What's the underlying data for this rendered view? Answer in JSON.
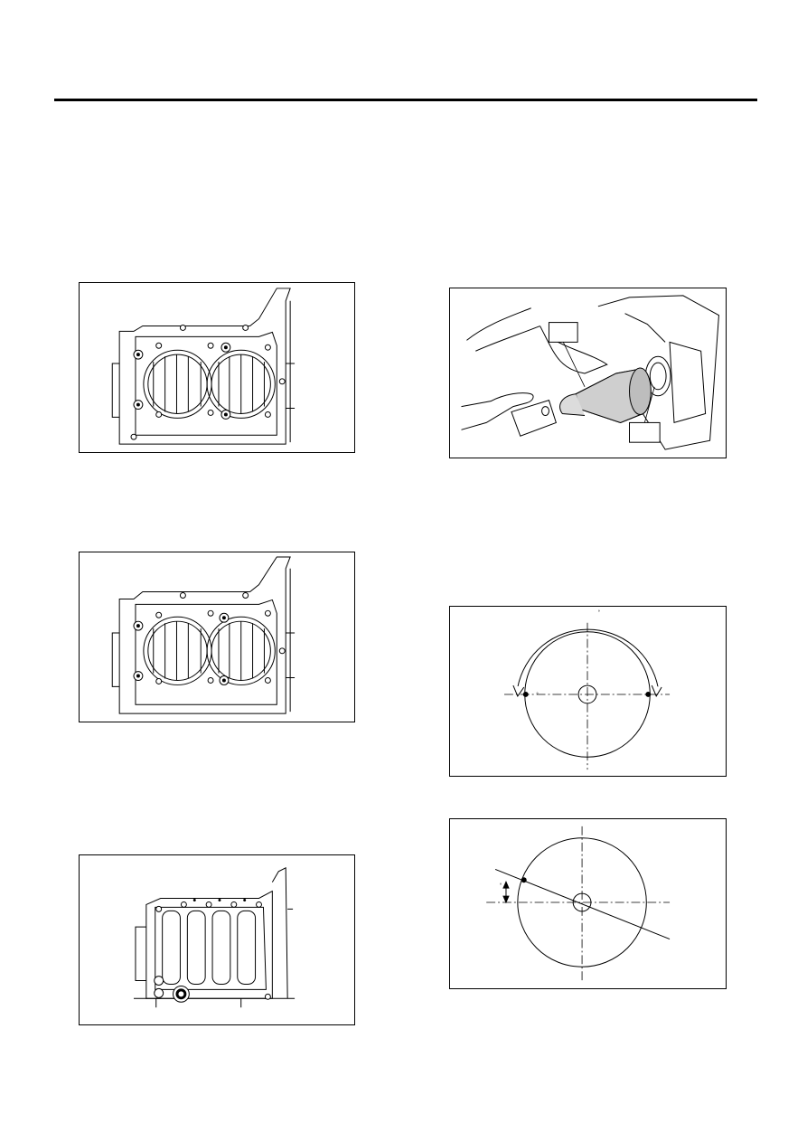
{
  "page": {
    "figures": [
      {
        "id": "fig-cylinder-block-1",
        "caption": ""
      },
      {
        "id": "fig-cylinder-block-2",
        "caption": ""
      },
      {
        "id": "fig-crankcase-journals",
        "caption": ""
      },
      {
        "id": "fig-seal-installer",
        "caption": "",
        "callouts": [
          "",
          ""
        ]
      },
      {
        "id": "fig-rotation-diagram",
        "caption": "",
        "marks": [
          "°",
          "°"
        ]
      },
      {
        "id": "fig-angle-diagram",
        "caption": "",
        "marks": [
          "°"
        ]
      }
    ]
  }
}
